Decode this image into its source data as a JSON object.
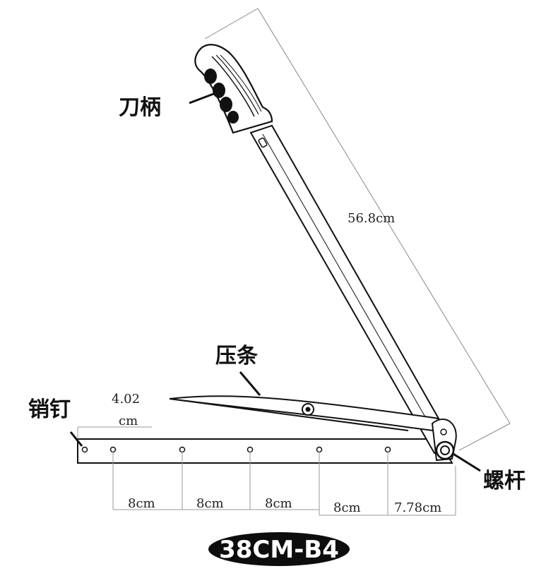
{
  "labels": {
    "handle": "刀柄",
    "press_bar": "压条",
    "pin": "销钉",
    "screw_rod": "螺杆"
  },
  "dimensions": {
    "blade_length": "56.8cm",
    "bar_width_line1": "4.02",
    "bar_width_line2": "cm",
    "spacing_1": "8cm",
    "spacing_2": "8cm",
    "spacing_3": "8cm",
    "spacing_4": "8cm",
    "spacing_5": "7.78cm"
  },
  "model": "38CM-B4"
}
